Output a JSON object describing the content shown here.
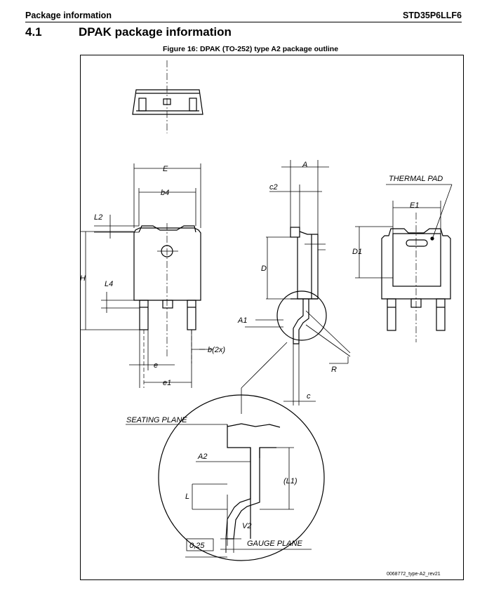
{
  "header": {
    "section_name": "Package information",
    "part_number": "STD35P6LLF6"
  },
  "section": {
    "number": "4.1",
    "title": "DPAK package information"
  },
  "figure": {
    "caption": "Figure 16: DPAK (TO-252) type A2 package outline",
    "reference": "0068772_type-A2_rev21",
    "labels": {
      "E": "E",
      "b4": "b4",
      "L2": "L2",
      "H": "H",
      "L4": "L4",
      "b": "b",
      "b_count": "(2x)",
      "e": "e",
      "e1": "e1",
      "A": "A",
      "c2": "c2",
      "D": "D",
      "A1": "A1",
      "R": "R",
      "c": "c",
      "thermal_pad": "THERMAL  PAD",
      "E1": "E1",
      "D1": "D1",
      "seating_plane": "SEATING  PLANE",
      "A2": "A2",
      "L1": "(L1)",
      "L": "L",
      "V2": "V2",
      "gauge_plane": "GAUGE  PLANE",
      "gauge_value": "0,25"
    }
  }
}
